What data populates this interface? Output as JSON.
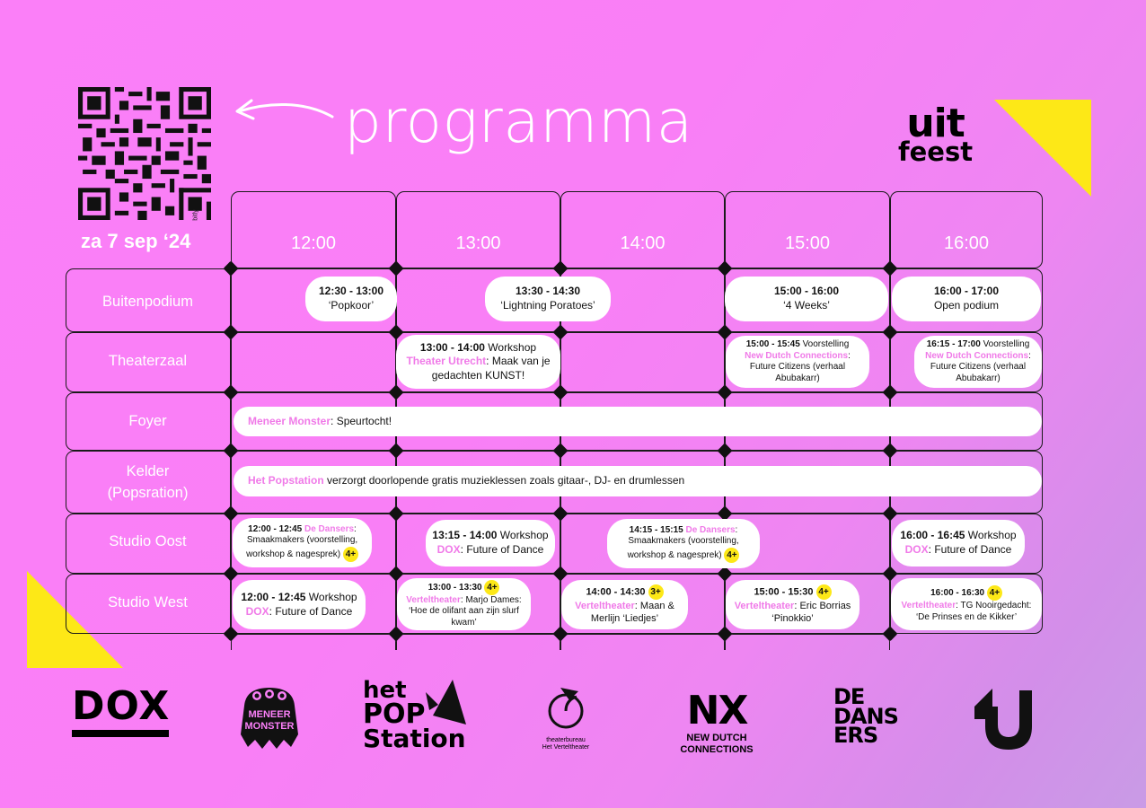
{
  "header": {
    "title": "programma",
    "date": "za 7 sep ‘24",
    "qr_caption": "bitly",
    "brand_line1": "uit",
    "brand_line2": "feest"
  },
  "colors": {
    "background": "#fb7ff8",
    "accent_yellow": "#fde817",
    "org_pink": "#f07ae8",
    "cell_fill": "#ffffff"
  },
  "schedule": {
    "times": [
      "12:00",
      "13:00",
      "14:00",
      "15:00",
      "16:00"
    ],
    "rooms": [
      "Buitenpodium",
      "Theaterzaal",
      "Foyer",
      "Kelder",
      "(Popsration)",
      "Studio Oost",
      "Studio West"
    ],
    "events": {
      "bp1": {
        "time": "12:30 - 13:00",
        "desc": "‘Popkoor’"
      },
      "bp2": {
        "time": "13:30 - 14:30",
        "desc": "‘Lightning Poratoes’"
      },
      "bp3": {
        "time": "15:00 - 16:00",
        "desc": "‘4 Weeks’"
      },
      "bp4": {
        "time": "16:00 - 17:00",
        "desc": "Open podium"
      },
      "tz1": {
        "time": "13:00 - 14:00",
        "type": "Workshop",
        "org": "Theater Utrecht",
        "desc": "Maak van je gedachten KUNST!"
      },
      "tz2": {
        "time": "15:00 - 15:45",
        "type": "Voorstelling",
        "org": "New Dutch Connections",
        "desc": "Future Citizens (verhaal Abubakarr)"
      },
      "tz3": {
        "time": "16:15 - 17:00",
        "type": "Voorstelling",
        "org": "New Dutch Connections",
        "desc": "Future Citizens (verhaal Abubakarr)"
      },
      "fo1": {
        "org": "Meneer Monster",
        "desc": "Speurtocht!"
      },
      "ke1": {
        "org": "Het Popstation",
        "desc": "verzorgt doorlopende gratis muzieklessen zoals gitaar-, DJ- en drumlessen"
      },
      "so1": {
        "time": "12:00 - 12:45",
        "org": "De Dansers",
        "desc": "Smaakmakers (voorstelling, workshop & nagesprek)",
        "age": "4+"
      },
      "so2": {
        "time": "13:15 - 14:00",
        "type": "Workshop",
        "org": "DOX",
        "desc": "Future of Dance"
      },
      "so3": {
        "time": "14:15 - 15:15",
        "org": "De Dansers",
        "desc": "Smaakmakers (voorstelling, workshop & nagesprek)",
        "age": "4+"
      },
      "so4": {
        "time": "16:00 - 16:45",
        "type": "Workshop",
        "org": "DOX",
        "desc": "Future of Dance"
      },
      "sw1": {
        "time": "12:00 - 12:45",
        "type": "Workshop",
        "org": "DOX",
        "desc": "Future of Dance"
      },
      "sw2": {
        "time": "13:00 - 13:30",
        "age": "4+",
        "org": "Verteltheater",
        "desc": "Marjo Dames: ‘Hoe de olifant aan zijn slurf kwam’"
      },
      "sw3": {
        "time": "14:00 - 14:30",
        "age": "3+",
        "org": "Verteltheater",
        "desc": "Maan & Merlijn ‘Liedjes’"
      },
      "sw4": {
        "time": "15:00 - 15:30",
        "age": "4+",
        "org": "Verteltheater",
        "desc": "Eric Borrias ‘Pinokkio’"
      },
      "sw5": {
        "time": "16:00 - 16:30",
        "age": "4+",
        "org": "Verteltheater",
        "desc": "TG Nooirgedacht: ‘De Prinses en de Kikker’"
      }
    }
  },
  "logos": {
    "dox": "DOX",
    "meneer_monster": [
      "MENEER",
      "MONSTER"
    ],
    "popstation": [
      "het",
      "POP",
      "Station"
    ],
    "verteltheater": [
      "theaterbureau",
      "Het Verteltheater"
    ],
    "ndc_mark": "NX",
    "ndc": [
      "NEW DUTCH",
      "CONNECTIONS"
    ],
    "dedansers": [
      "DE",
      "DANS",
      "ERS"
    ]
  }
}
